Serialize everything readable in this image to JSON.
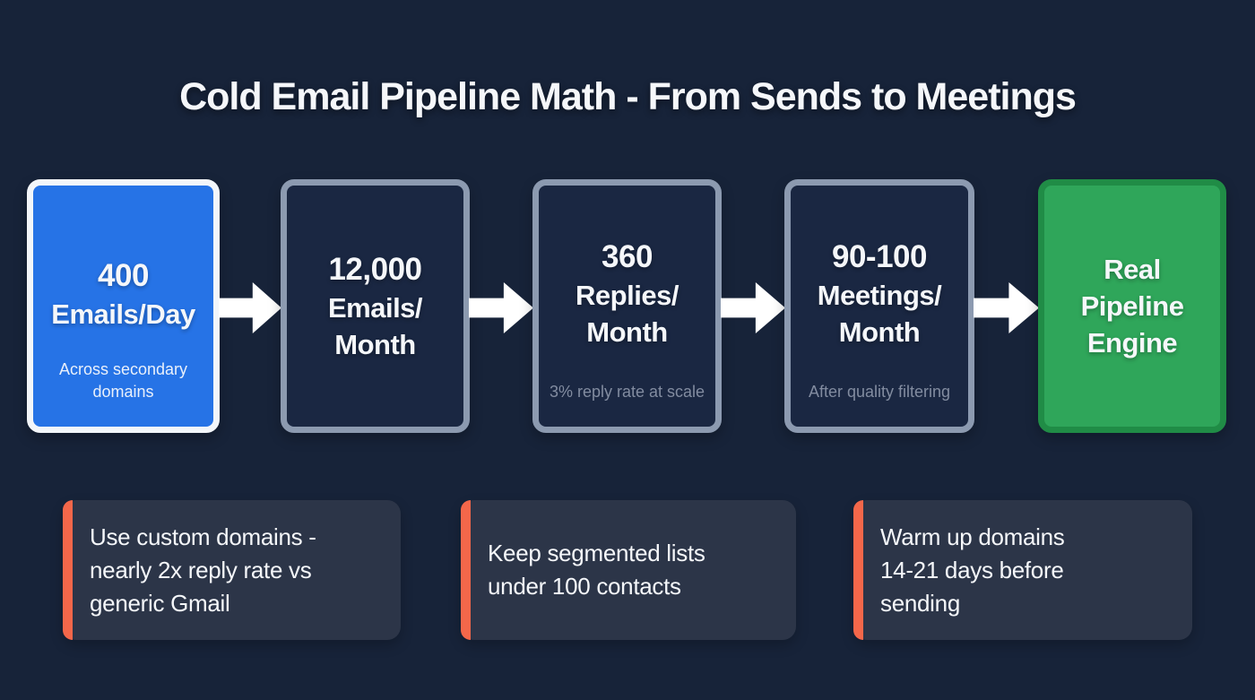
{
  "title": "Cold Email Pipeline Math - From Sends to Meetings",
  "colors": {
    "background": "#172339",
    "panel": "#1a2742",
    "blue": "#2673e6",
    "blue_border": "#f3f6fa",
    "green": "#2fa65a",
    "green_border": "#208c46",
    "outline_border": "#8c9ab0",
    "card_bg": "#2c3548",
    "accent": "#f4674a",
    "muted": "#828ca0",
    "text": "#f5f7fa"
  },
  "pipeline": {
    "stages": [
      {
        "lines": [
          "400",
          "Emails/Day"
        ],
        "subtitle": "Across secondary domains",
        "variant": "blue"
      },
      {
        "lines": [
          "12,000",
          "Emails/",
          "Month"
        ],
        "subtitle": "",
        "variant": "outline"
      },
      {
        "lines": [
          "360",
          "Replies/",
          "Month"
        ],
        "subtitle": "3% reply rate at scale",
        "variant": "outline"
      },
      {
        "lines": [
          "90-100",
          "Meetings/",
          "Month"
        ],
        "subtitle": "After quality filtering",
        "variant": "outline"
      },
      {
        "lines": [
          "Real",
          "Pipeline",
          "Engine"
        ],
        "subtitle": "",
        "variant": "green"
      }
    ],
    "arrow_glyph": "block-arrow-right"
  },
  "tips": [
    {
      "lines": [
        "Use custom domains -",
        "nearly 2x reply rate vs",
        "generic Gmail"
      ]
    },
    {
      "lines": [
        "Keep segmented lists",
        "under 100 contacts"
      ]
    },
    {
      "lines": [
        "Warm up domains",
        "14-21 days before",
        "sending"
      ]
    }
  ]
}
